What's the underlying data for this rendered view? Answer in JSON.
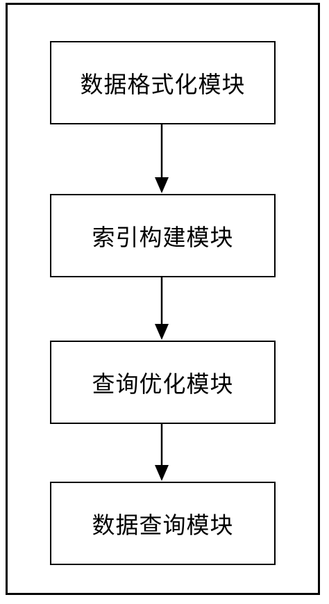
{
  "modules": [
    {
      "label": "数据格式化模块"
    },
    {
      "label": "索引构建模块"
    },
    {
      "label": "查询优化模块"
    },
    {
      "label": "数据查询模块"
    }
  ]
}
